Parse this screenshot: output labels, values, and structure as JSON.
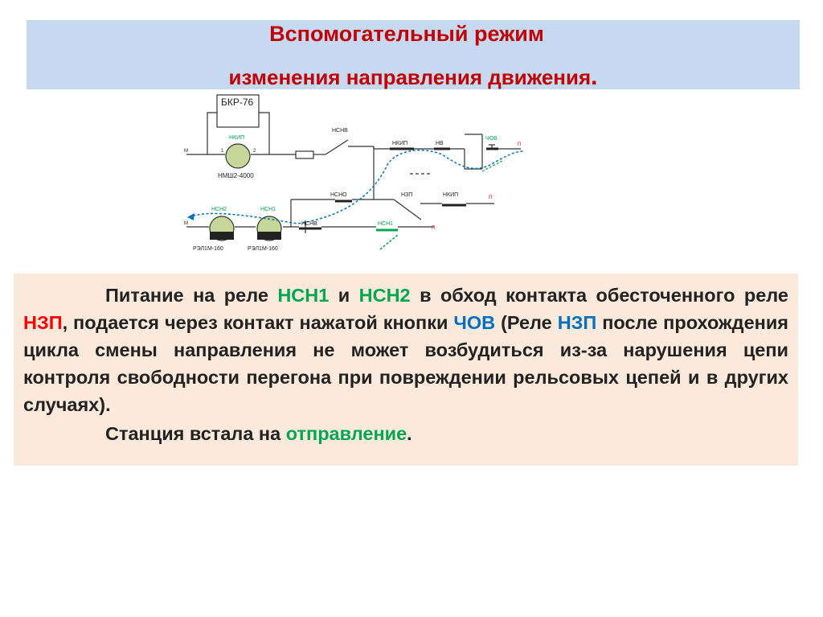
{
  "title": {
    "line1": "Вспомогательный режим",
    "line2": "изменения направления движения",
    "line2_end": "."
  },
  "diagram": {
    "labels": {
      "bkr": "БКР-76",
      "nkip_relay": "НКИП",
      "nmsh": "НМШ2-4000",
      "m": "М",
      "pin1": "1",
      "pin2": "2",
      "nsnv_top": "НСНВ",
      "nkip_contact": "НКИП",
      "nv": "НВ",
      "chov": "ЧОВ",
      "p_top": "П",
      "nsno": "НСНО",
      "nzp": "НЗП",
      "nkip_right": "НКИП",
      "p_right": "П",
      "nsn2": "НСН2",
      "nsn1": "НСН1",
      "rel1": "РЭЛ1М-160",
      "rel2": "РЭЛ1М-160",
      "m_low": "М",
      "nsnv_low": "НСНВ",
      "nsn1_contact": "НСН1",
      "p_low": "П"
    },
    "colors": {
      "line": "#333333",
      "green_label": "#00a650",
      "red_label": "#ff0000",
      "blue_path": "#0070c0",
      "green_contact": "#00a650",
      "relay_fill": "#c5d89a"
    }
  },
  "body": {
    "p1_a": "Питание на реле ",
    "p1_nsn1": "НСН1",
    "p1_b": " и ",
    "p1_nsn2": "НСН2",
    "p1_c": " в обход контакта обесточенного реле ",
    "p1_nzp": "НЗП",
    "p1_d": ", подается через контакт нажатой кнопки ",
    "p1_chov": "ЧОВ",
    "p1_e": " (Реле ",
    "p1_nzp2": "НЗП",
    "p1_f": " после прохождения цикла смены направления не может возбудиться из-за нарушения цепи контроля свободности перегона при повреждении рельсовых цепей и в других случаях).",
    "p2_a": "Станция встала на ",
    "p2_otpr": "отправление",
    "p2_b": "."
  }
}
